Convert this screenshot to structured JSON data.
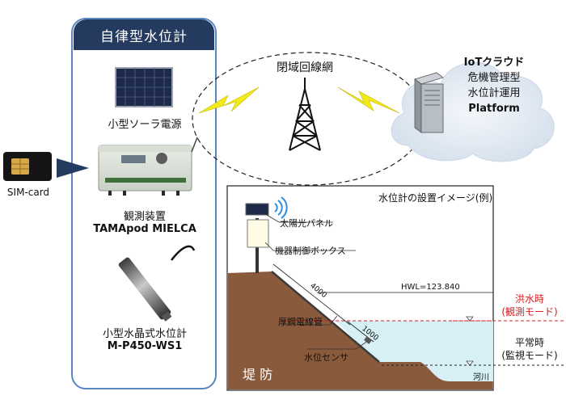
{
  "panel": {
    "title": "自律型水位計",
    "solar_label": "小型ソーラ電源",
    "device_label": "観測装置",
    "device_name": "TAMApod MIELCA",
    "sensor_label": "小型水晶式水位計",
    "sensor_name": "M-P450-WS1"
  },
  "sim_label": "SIM-card",
  "network_label": "閉域回線網",
  "cloud": {
    "line1": "IoTクラウド",
    "line2": "危機管理型",
    "line3": "水位計運用",
    "line4": "Platform"
  },
  "install": {
    "title": "水位計の設置イメージ(例)",
    "solar_panel": "太陽光パネル",
    "control_box": "機器制御ボックス",
    "dim_4000": "4000",
    "dim_1000": "1000",
    "hwl": "HWL=123.840",
    "conduit": "厚鋼電線管",
    "sensor": "水位センサ",
    "embankment": "堤 防",
    "river": "河川"
  },
  "modes": {
    "flood_line1": "洪水時",
    "flood_line2": "(観測モード)",
    "normal_line1": "平常時",
    "normal_line2": "(監視モード)"
  },
  "colors": {
    "panel_title_bg": "#243a5e",
    "panel_border": "#5a86c0",
    "flood_red": "#d42020",
    "water": "#d6f0f6",
    "earth": "#8a5a3c",
    "lightning": "#f2ea1a",
    "cloud": "#dfe8f2"
  }
}
